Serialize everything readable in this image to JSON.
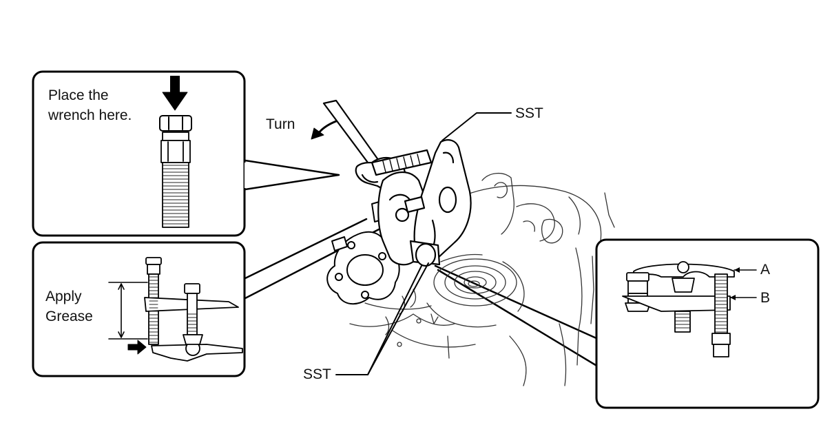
{
  "callouts": {
    "wrench": {
      "text": "Place the\nwrench here."
    },
    "grease": {
      "text": "Apply\nGrease"
    }
  },
  "labels": {
    "turn": "Turn",
    "sst_top": "SST",
    "sst_bottom": "SST",
    "a": "A",
    "b": "B"
  }
}
